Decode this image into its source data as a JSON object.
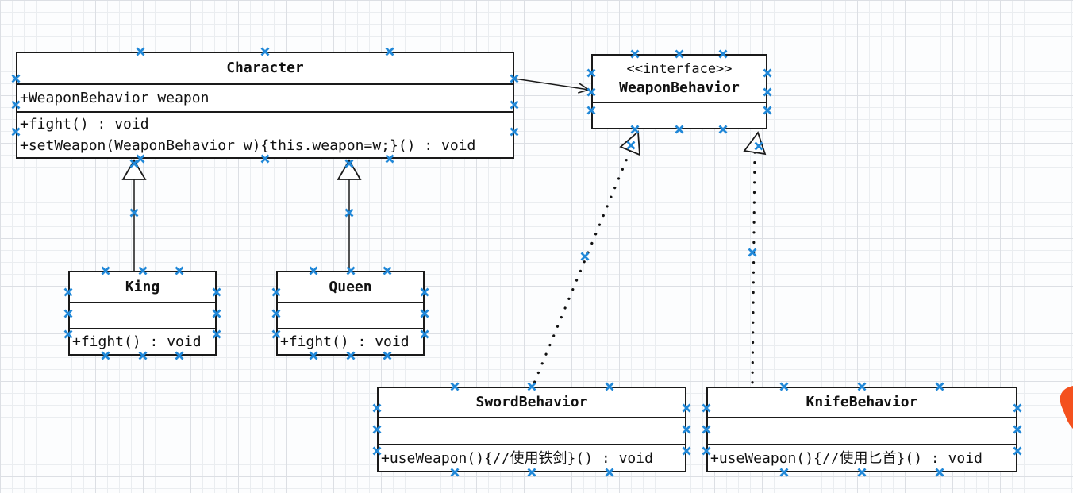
{
  "classes": {
    "character": {
      "name": "Character",
      "attributes": [
        "+WeaponBehavior weapon"
      ],
      "methods": [
        "+fight() : void",
        "+setWeapon(WeaponBehavior w){this.weapon=w;}() : void"
      ]
    },
    "weaponBehavior": {
      "stereotype": "<<interface>>",
      "name": "WeaponBehavior",
      "attributes": [],
      "methods": []
    },
    "king": {
      "name": "King",
      "attributes": [],
      "methods": [
        "+fight() : void"
      ]
    },
    "queen": {
      "name": "Queen",
      "attributes": [],
      "methods": [
        "+fight() : void"
      ]
    },
    "swordBehavior": {
      "name": "SwordBehavior",
      "attributes": [],
      "methods": [
        "+useWeapon(){//使用铁剑}() : void"
      ]
    },
    "knifeBehavior": {
      "name": "KnifeBehavior",
      "attributes": [],
      "methods": [
        "+useWeapon(){//使用匕首}() : void"
      ]
    }
  },
  "relationships": [
    {
      "type": "association",
      "from": "Character",
      "to": "WeaponBehavior",
      "line": "solid",
      "head": "open-arrow"
    },
    {
      "type": "generalization",
      "from": "King",
      "to": "Character",
      "line": "solid",
      "head": "hollow-triangle"
    },
    {
      "type": "generalization",
      "from": "Queen",
      "to": "Character",
      "line": "solid",
      "head": "hollow-triangle"
    },
    {
      "type": "realization",
      "from": "SwordBehavior",
      "to": "WeaponBehavior",
      "line": "dotted",
      "head": "hollow-triangle"
    },
    {
      "type": "realization",
      "from": "KnifeBehavior",
      "to": "WeaponBehavior",
      "line": "dotted",
      "head": "hollow-triangle"
    }
  ],
  "colors": {
    "connection_point_blue": "#2188d8",
    "line_black": "#1a1a1a",
    "box_fill": "#ffffff",
    "collaborator_cursor_orange": "#f4511e"
  }
}
